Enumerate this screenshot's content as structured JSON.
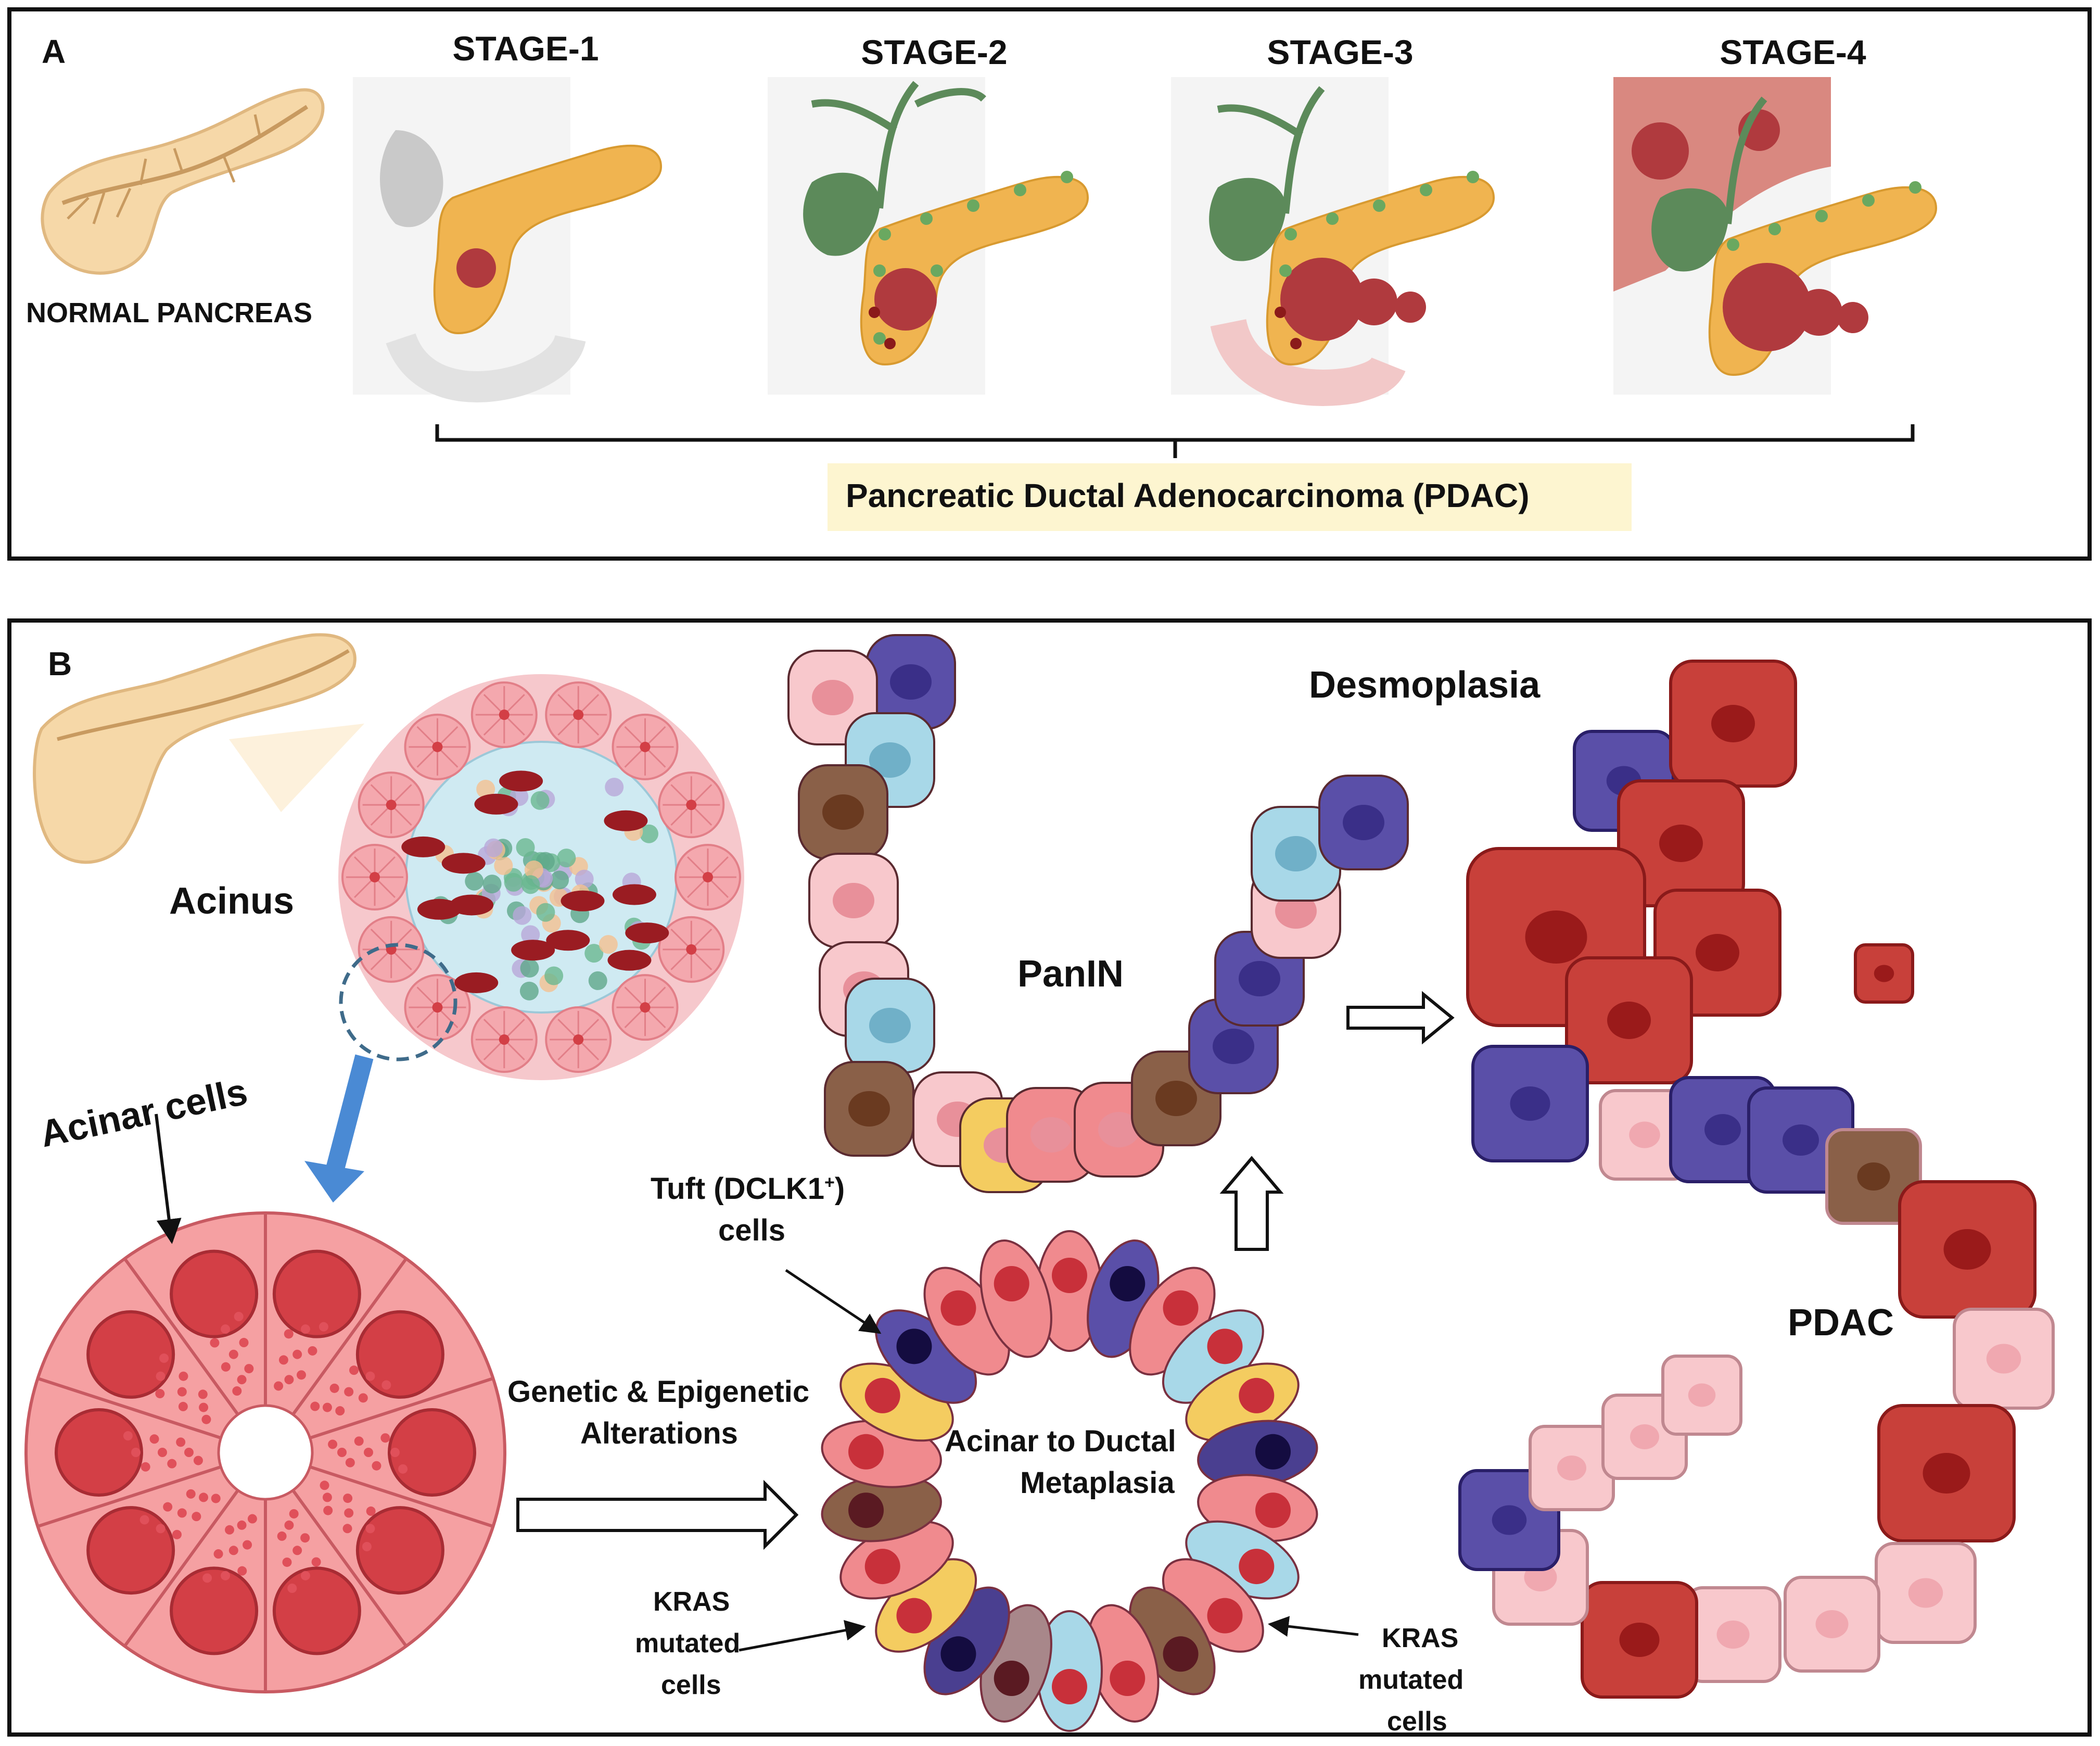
{
  "panelA": {
    "letter": "A",
    "normal_label": "NORMAL PANCREAS",
    "stages": [
      "STAGE-1",
      "STAGE-2",
      "STAGE-3",
      "STAGE-4"
    ],
    "pdac_banner": "Pancreatic Ductal Adenocarcinoma (PDAC)"
  },
  "panelB": {
    "letter": "B",
    "acinus": "Acinus",
    "acinar_cells": "Acinar cells",
    "genetic_line1": "Genetic & Epigenetic",
    "genetic_line2": "Alterations",
    "tuft_line1": "Tuft (DCLK1",
    "tuft_sup": "+",
    "tuft_line1_end": ")",
    "tuft_line2": "cells",
    "adm_line1": "Acinar to Ductal",
    "adm_line2": "Metaplasia",
    "kras_left": [
      "KRAS",
      "mutated",
      "cells"
    ],
    "kras_right": [
      "KRAS",
      "mutated",
      "cells"
    ],
    "panin": "PanIN",
    "desmoplasia": "Desmoplasia",
    "pdac": "PDAC"
  },
  "colors": {
    "pancreas": "#f0b450",
    "normal_pancreas": "#f6d8a8",
    "tumor": "#b03a3e",
    "gallbladder": "#5c8a5a",
    "acinar": "#f2a3a3",
    "acinar_nucleus": "#d33f46",
    "tuft": "#a8d8e8",
    "kras_purple": "#5a4fa8",
    "brown": "#8a6048",
    "pdac_red": "#c8403a",
    "pink_light": "#f8c8cc",
    "banner": "#fdf5d0"
  }
}
